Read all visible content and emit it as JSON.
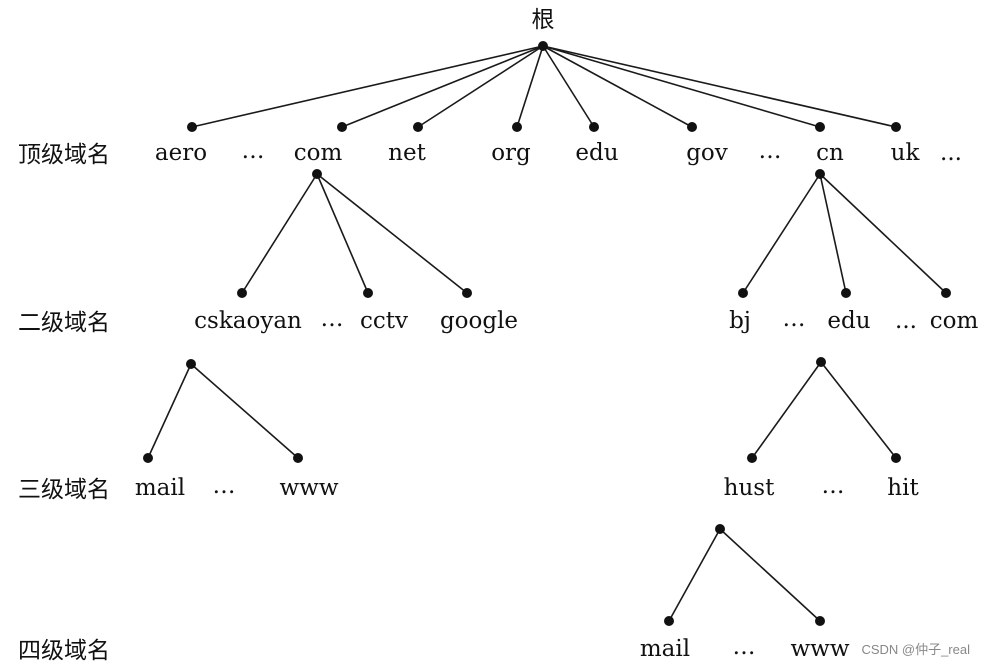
{
  "root": {
    "label": "根"
  },
  "levels": {
    "top": "顶级域名",
    "second": "二级域名",
    "third": "三级域名",
    "fourth": "四级域名"
  },
  "top_level_domains": [
    "aero",
    "com",
    "net",
    "org",
    "edu",
    "gov",
    "cn",
    "uk"
  ],
  "top_level_ellipses": [
    "…",
    "…",
    "..."
  ],
  "com_children": [
    "cskaoyan",
    "cctv",
    "google"
  ],
  "com_ellipsis": "…",
  "cn_children": [
    "bj",
    "edu",
    "com"
  ],
  "cn_ellipses": [
    "…",
    "..."
  ],
  "cskaoyan_children": [
    "mail",
    "www"
  ],
  "cskaoyan_ellipsis": "…",
  "edu_children": [
    "hust",
    "hit"
  ],
  "edu_ellipsis": "…",
  "hust_children": [
    "mail",
    "www"
  ],
  "hust_ellipsis": "…",
  "watermark": "CSDN @仲子_real"
}
